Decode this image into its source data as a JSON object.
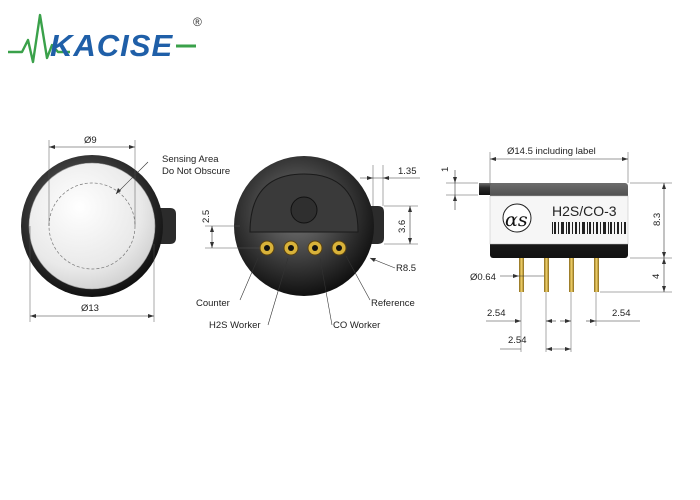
{
  "brand": {
    "name": "KACISE",
    "registered_mark": "®",
    "colors": {
      "primary": "#1f5fa8",
      "accent": "#3aa14a"
    }
  },
  "top_view": {
    "diameter_top": "Ø9",
    "diameter_bottom": "Ø13",
    "sensing_note_line1": "Sensing Area",
    "sensing_note_line2": "Do Not Obscure"
  },
  "bottom_view": {
    "dim_2_5": "2.5",
    "dim_1_35": "1.35",
    "dim_3_6": "3.6",
    "dim_r8_5": "R8.5",
    "pins": {
      "counter": "Counter",
      "h2s_worker": "H2S Worker",
      "co_worker": "CO Worker",
      "reference": "Reference"
    }
  },
  "side_view": {
    "diameter_label": "Ø14.5 including label",
    "dim_1": "1",
    "dim_8_3": "8.3",
    "dim_4": "4",
    "pin_dia": "Ø0.64",
    "pitch_left": "2.54",
    "pitch_right": "2.54",
    "pitch_bottom": "2.54",
    "label_text": "H2S/CO-3",
    "label_logo": "αs"
  }
}
